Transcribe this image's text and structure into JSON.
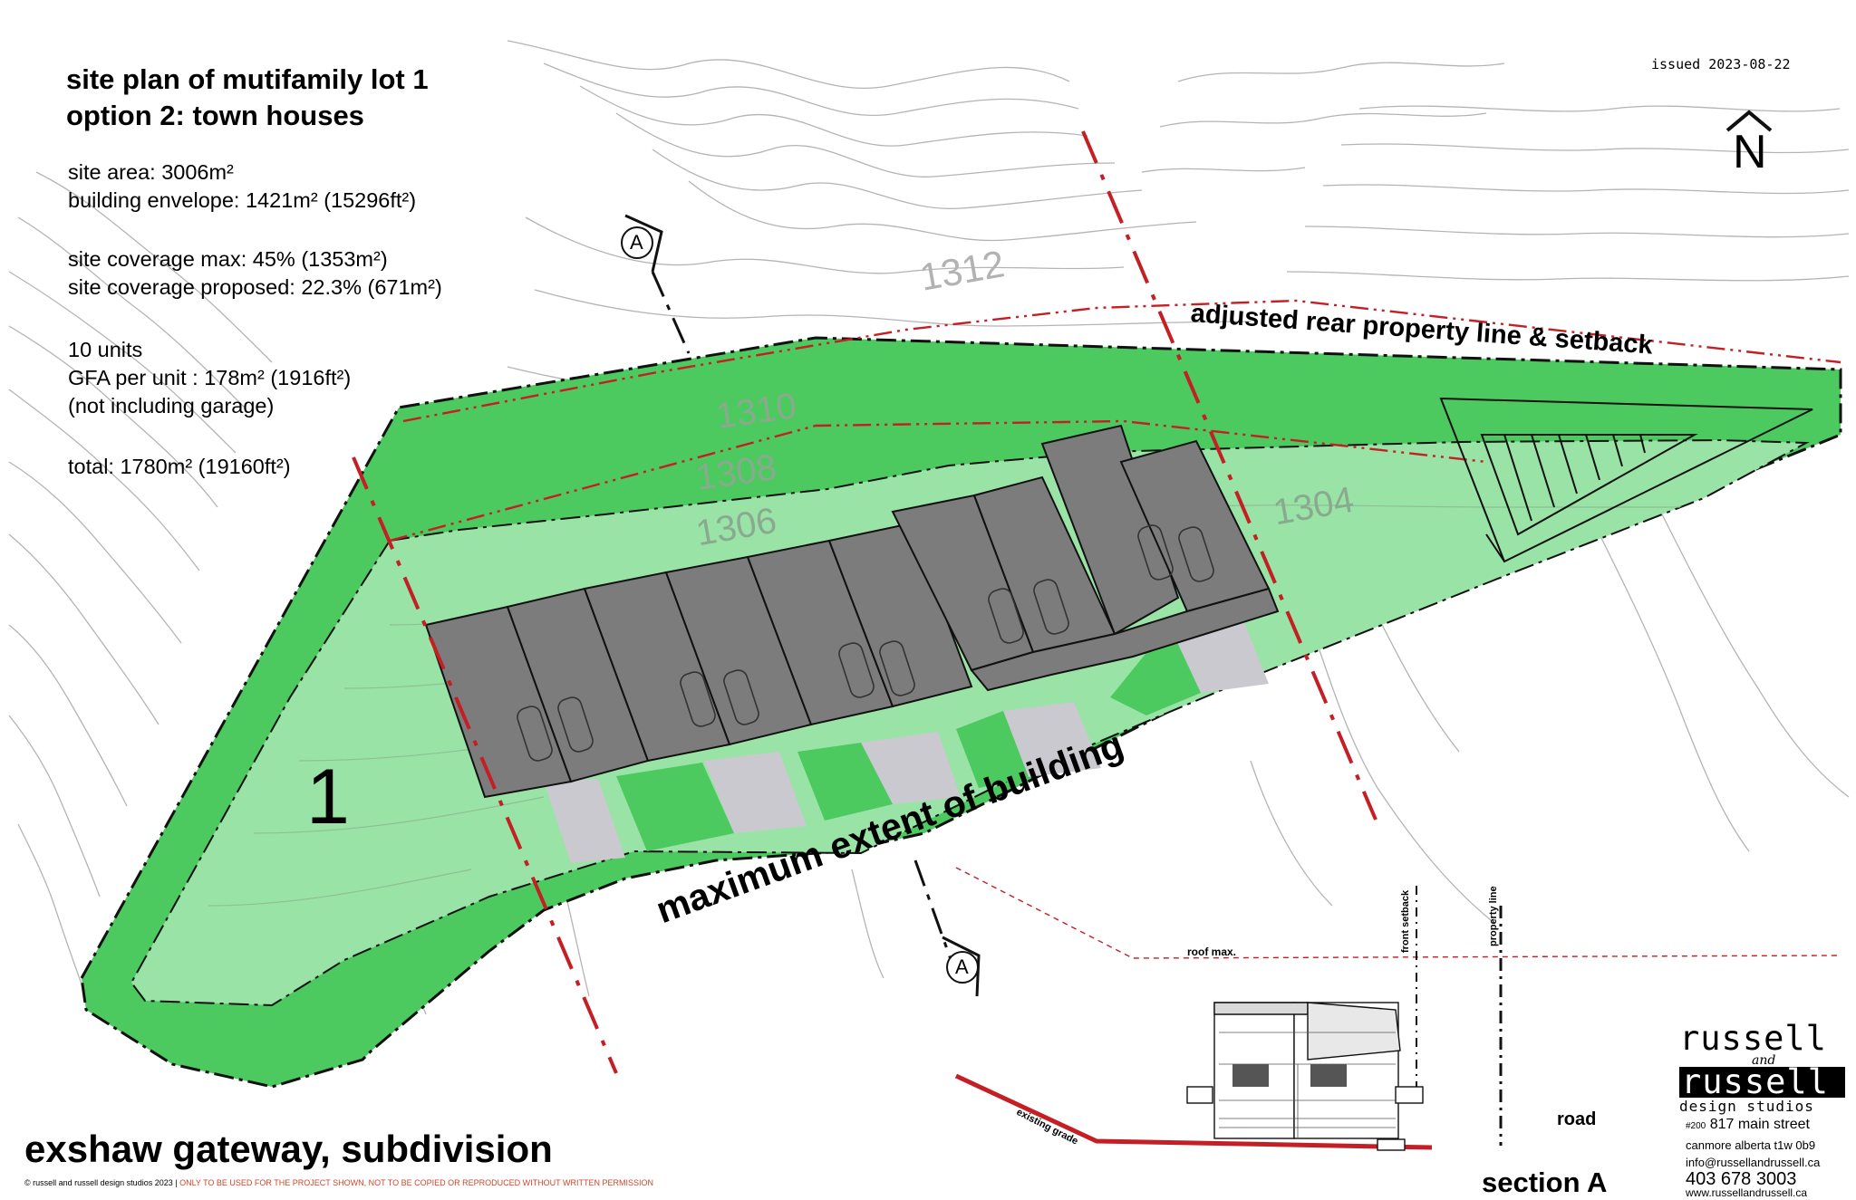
{
  "header": {
    "title_line1": "site plan of mutifamily lot 1",
    "title_line2": "option 2: town houses",
    "issued": "issued  2023-08-22"
  },
  "stats": {
    "site_area": "site area: 3006m²",
    "building_envelope": "building envelope: 1421m² (15296ft²)",
    "coverage_max": "site coverage max: 45% (1353m²)",
    "coverage_proposed": "site coverage proposed: 22.3% (671m²)",
    "units": "10 units",
    "gfa": "GFA per unit : 178m² (1916ft²)",
    "gfa_note": "(not including garage)",
    "total": "total:  1780m² (19160ft²)"
  },
  "north_arrow": {
    "letter": "N"
  },
  "plan": {
    "lot_number": "1",
    "rear_line_label": "adjusted rear property line & setback",
    "max_extent_label": "maximum  extent  of  building",
    "section_marker": "A",
    "contours": [
      "1312",
      "1310",
      "1308",
      "1306",
      "1304"
    ],
    "colors": {
      "setback_green": "#4cc95f",
      "envelope_green": "#9ae3a6",
      "building_grey": "#7c7c7c",
      "driveway_grey": "#c9c9cf",
      "section_line_red": "#c41f24"
    }
  },
  "section": {
    "title": "section A",
    "road": "road",
    "roof_max": "roof max.",
    "front_setback": "front setback",
    "property_line": "property line",
    "existing_grade": "existing grade"
  },
  "footer": {
    "project": "exshaw gateway, subdivision",
    "copyright": "© russell and russell design studios 2023 | ",
    "warning": "ONLY TO BE USED FOR THE PROJECT SHOWN, NOT TO BE COPIED OR REPRODUCED WITHOUT WRITTEN PERMISSION"
  },
  "firm": {
    "name1": "russell",
    "and": "and",
    "name2": "russell",
    "studios": "design studios",
    "suite": "#200",
    "street": "817 main street",
    "city": "canmore alberta t1w 0b9",
    "email": "info@russellandrussell.ca",
    "phone": "403 678 3003",
    "web": "www.russellandrussell.ca"
  }
}
